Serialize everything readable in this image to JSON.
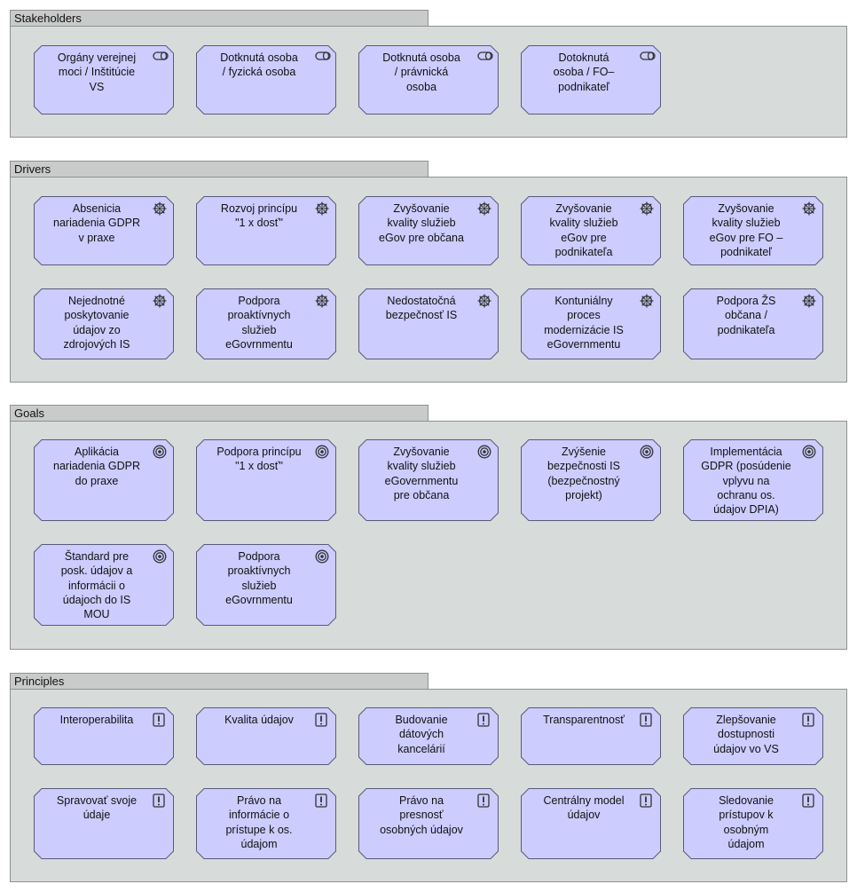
{
  "groups": [
    {
      "id": "stakeholders",
      "title": "Stakeholders",
      "kind": "stakeholder",
      "icon": "stakeholder-icon",
      "items": [
        "Orgány verejnej\nmoci / Inštitúcie\nVS",
        "Dotknutá osoba\n/ fyzická osoba",
        "Dotknutá osoba\n/ právnická\nosoba",
        "Dotoknutá\nosoba / FO–\npodnikateľ"
      ]
    },
    {
      "id": "drivers",
      "title": "Drivers",
      "kind": "driver",
      "icon": "driver-wheel-icon",
      "items": [
        "Absenicia\nnariadenia GDPR\nv praxe",
        "Rozvoj princípu\n\"1 x dosť\"",
        "Zvyšovanie\nkvality služieb\neGov pre občana",
        "Zvyšovanie\nkvality služieb\neGov pre\npodnikateľa",
        "Zvyšovanie\nkvality služieb\neGov pre FO –\npodnikateľ",
        "Nejednotné\nposkytovanie\núdajov zo\nzdrojových IS",
        "Podpora\nproaktívnych\nslužieb\neGovrnmentu",
        "Nedostatočná\nbezpečnosť IS",
        "Kontuniálny\nproces\nmodernizácie IS\neGovernmentu",
        "Podpora ŽS\nobčana /\npodnikateľa"
      ]
    },
    {
      "id": "goals",
      "title": "Goals",
      "kind": "goal",
      "icon": "goal-target-icon",
      "items": [
        "Aplikácia\nnariadenia GDPR\ndo praxe",
        "Podpora princípu\n\"1 x dosť\"",
        "Zvyšovanie\nkvality služieb\neGovernmentu\npre občana",
        "Zvýšenie\nbezpečnosti IS\n(bezpečnostný\nprojekt)",
        "Implementácia\nGDPR (posúdenie\nvplyvu na\nochranu os.\núdajov DPIA)",
        "Štandard pre\nposk. údajov a\ninformácii o\núdajoch do IS\nMOU",
        "Podpora\nproaktívnych\nslužieb\neGovrnmentu"
      ]
    },
    {
      "id": "principles",
      "title": "Principles",
      "kind": "principle",
      "icon": "principle-exclamation-icon",
      "items": [
        "Interoperabilita",
        "Kvalita údajov",
        "Budovanie\ndátových\nkancelárií",
        "Transparentnosť",
        "Zlepšovanie\ndostupnosti\núdajov vo VS",
        "Spravovať svoje\núdaje",
        "Právo na\ninformácie o\nprístupe k os.\núdajom",
        "Právo na\npresnosť\nosobných údajov",
        "Centrálny model\núdajov",
        "Sledovanie\nprístupov k\nosobným\núdajom"
      ]
    }
  ],
  "colors": {
    "element_fill": "#ccccff",
    "element_stroke": "#5a5a7a",
    "group_fill": "#d7dbd9",
    "group_tab_fill": "#c8cbc9"
  }
}
